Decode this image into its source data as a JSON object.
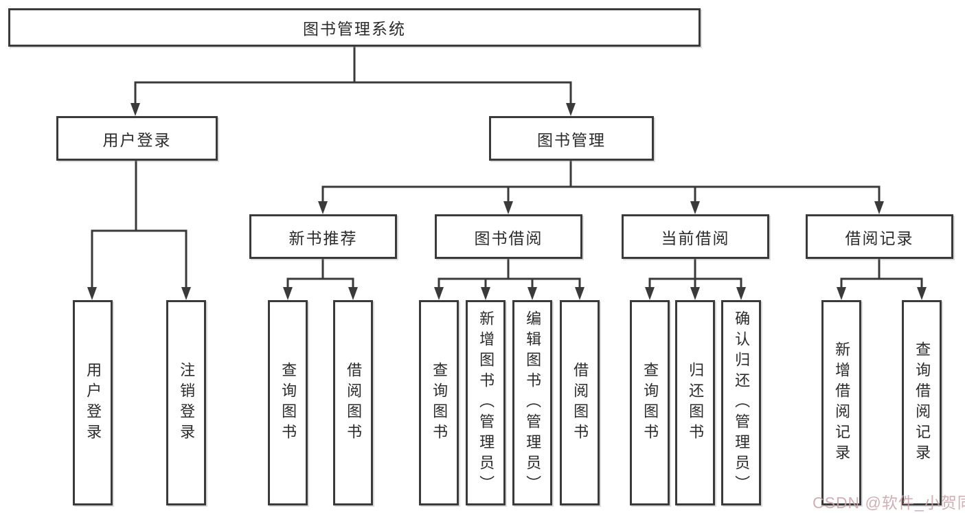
{
  "diagram": {
    "root": {
      "label": "图书管理系统"
    },
    "branches": [
      {
        "label": "用户登录",
        "children": [
          {
            "label": "用户登录"
          },
          {
            "label": "注销登录"
          }
        ]
      },
      {
        "label": "图书管理",
        "children": [
          {
            "label": "新书推荐",
            "children": [
              {
                "label": "查询图书"
              },
              {
                "label": "借阅图书"
              }
            ]
          },
          {
            "label": "图书借阅",
            "children": [
              {
                "label": "查询图书"
              },
              {
                "label": "新增图书（管理员）"
              },
              {
                "label": "编辑图书（管理员）"
              },
              {
                "label": "借阅图书"
              }
            ]
          },
          {
            "label": "当前借阅",
            "children": [
              {
                "label": "查询图书"
              },
              {
                "label": "归还图书"
              },
              {
                "label": "确认归还（管理员）"
              }
            ]
          },
          {
            "label": "借阅记录",
            "children": [
              {
                "label": "新增借阅记录"
              },
              {
                "label": "查询借阅记录"
              }
            ]
          }
        ]
      }
    ],
    "watermark": "CSDN @软件_小贺同学",
    "colors": {
      "line": "#3a3a3a",
      "text": "#2b2b2b",
      "watermark": "#c9a5aa",
      "background": "#ffffff"
    }
  }
}
